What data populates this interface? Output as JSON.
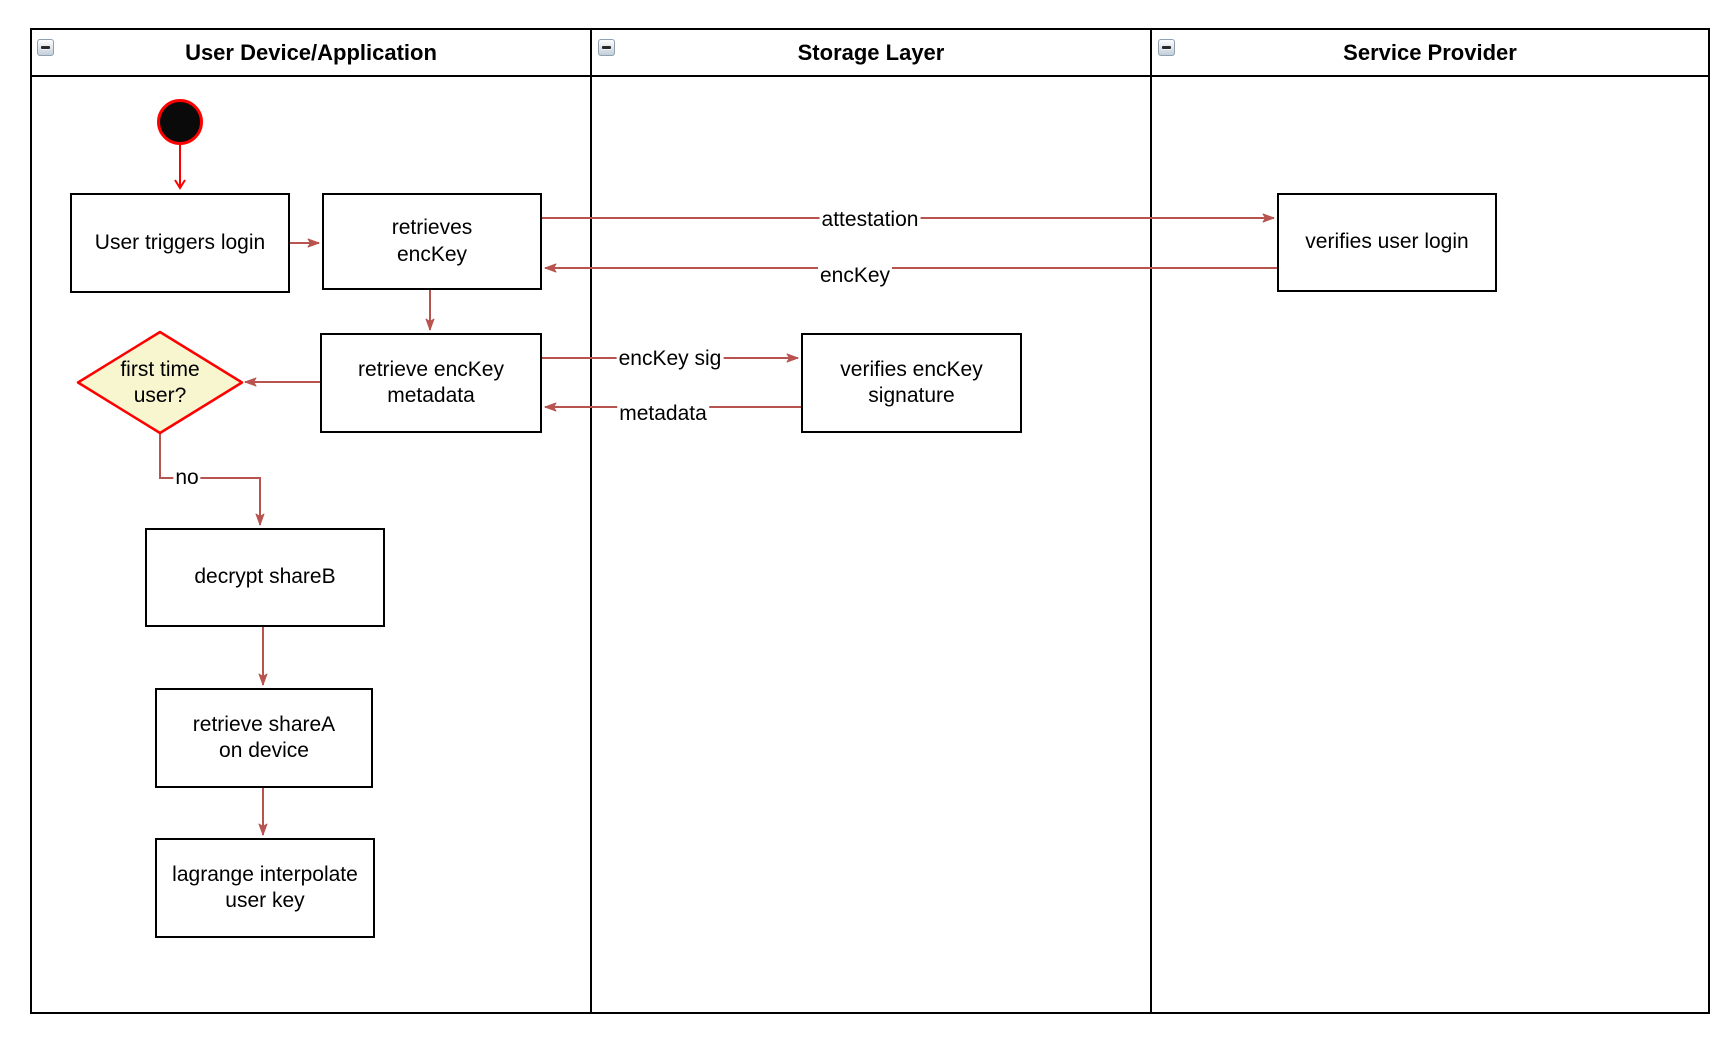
{
  "colors": {
    "connector": "#b85450",
    "start_arrow": "#ff0000",
    "shape_stroke": "#000000",
    "shape_fill": "#ffffff",
    "diamond_fill": "#f8f6cf",
    "diamond_stroke": "#ff0000"
  },
  "pool": {
    "lanes": [
      {
        "title": "User Device/Application"
      },
      {
        "title": "Storage Layer"
      },
      {
        "title": "Service Provider"
      }
    ]
  },
  "nodes": {
    "user_triggers_login": "User triggers login",
    "retrieves_enckey": "retrieves\nencKey",
    "retrieve_enckey_metadata": "retrieve encKey\nmetadata",
    "first_time_user": "first time\nuser?",
    "decrypt_shareb": "decrypt shareB",
    "retrieve_sharea": "retrieve shareA\non device",
    "lagrange_interpolate": "lagrange interpolate\nuser key",
    "verifies_enckey_signature": "verifies encKey\nsignature",
    "verifies_user_login": "verifies user login"
  },
  "edges": {
    "attestation": "attestation",
    "enckey": "encKey",
    "enckey_sig": "encKey sig",
    "metadata": "metadata",
    "no": "no"
  }
}
